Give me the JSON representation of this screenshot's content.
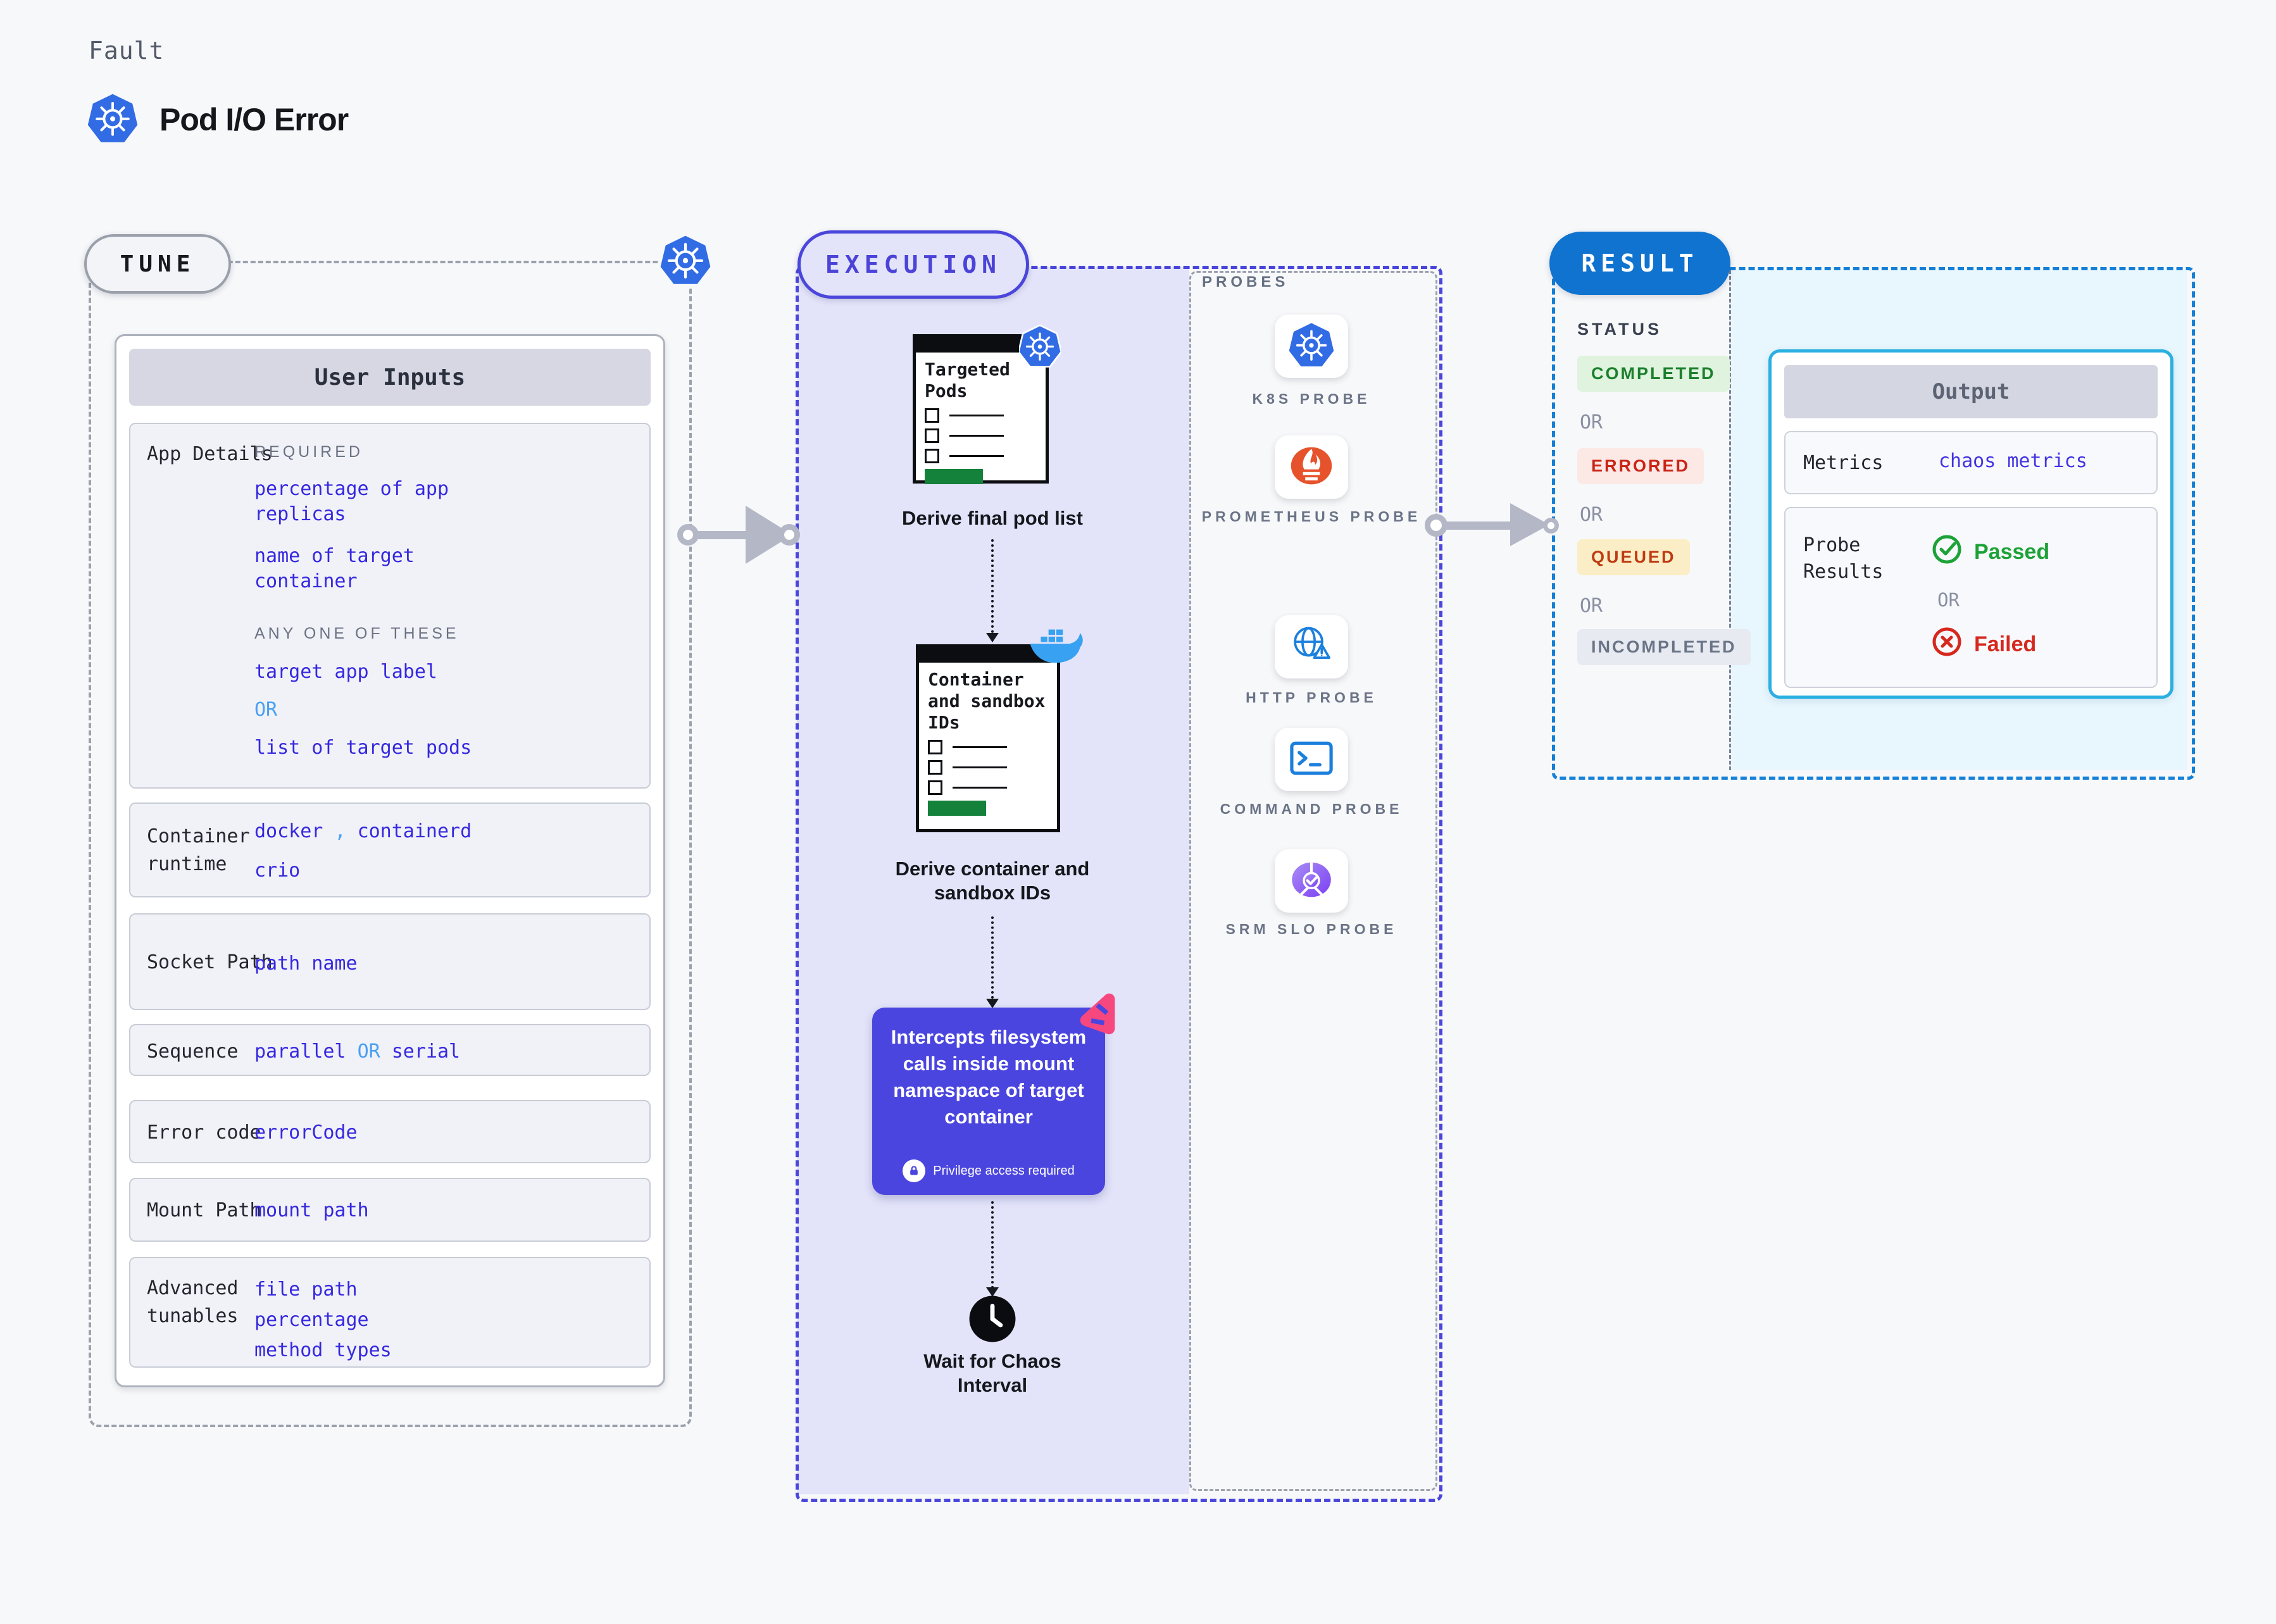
{
  "header": {
    "kicker": "Fault",
    "title": "Pod I/O Error"
  },
  "tune": {
    "pill": "TUNE",
    "panel_title": "User Inputs",
    "app_details": {
      "label": "App Details",
      "required_caption": "REQUIRED",
      "required_values": [
        "percentage of app replicas",
        "name of target container"
      ],
      "any_caption": "ANY ONE OF THESE",
      "option_a": "target app label",
      "or": "OR",
      "option_b": "list of target pods"
    },
    "container_runtime": {
      "label": "Container runtime",
      "value_a": "docker",
      "separator": ",",
      "value_b": "containerd",
      "value_c": "crio"
    },
    "socket_path": {
      "label": "Socket Path",
      "value": "path name"
    },
    "sequence": {
      "label": "Sequence",
      "value_a": "parallel",
      "or": "OR",
      "value_b": "serial"
    },
    "error_code": {
      "label": "Error code",
      "value": "errorCode"
    },
    "mount_path": {
      "label": "Mount Path",
      "value": "mount path"
    },
    "advanced_tunables": {
      "label": "Advanced tunables",
      "values": [
        "file path",
        "percentage",
        "method types"
      ]
    }
  },
  "execution": {
    "pill": "EXECUTION",
    "step1": {
      "doc_title": "Targeted Pods",
      "caption": "Derive final pod list"
    },
    "step2": {
      "doc_title": "Container and sandbox IDs",
      "caption": "Derive container and sandbox IDs"
    },
    "step3": {
      "text": "Intercepts filesystem calls inside mount namespace of target container",
      "note": "Privilege access required"
    },
    "step4": {
      "caption": "Wait for Chaos Interval"
    }
  },
  "probes": {
    "label": "PROBES",
    "items": [
      {
        "name": "K8S PROBE",
        "icon": "kubernetes-icon"
      },
      {
        "name": "PROMETHEUS PROBE",
        "icon": "prometheus-icon"
      },
      {
        "name": "HTTP PROBE",
        "icon": "globe-warning-icon"
      },
      {
        "name": "COMMAND PROBE",
        "icon": "terminal-icon"
      },
      {
        "name": "SRM SLO PROBE",
        "icon": "slo-gauge-icon"
      }
    ]
  },
  "result": {
    "pill": "RESULT",
    "status_label": "STATUS",
    "or": "OR",
    "statuses": [
      {
        "text": "COMPLETED",
        "style": "green"
      },
      {
        "text": "ERRORED",
        "style": "red"
      },
      {
        "text": "QUEUED",
        "style": "yellow"
      },
      {
        "text": "INCOMPLETED",
        "style": "gray"
      }
    ],
    "output": {
      "title": "Output",
      "metrics_label": "Metrics",
      "metrics_value": "chaos metrics",
      "probe_results_label": "Probe Results",
      "passed": "Passed",
      "or": "OR",
      "failed": "Failed"
    }
  },
  "colors": {
    "kubernetes_blue": "#326ce5",
    "docker_blue": "#38a1f1",
    "prometheus_orange": "#e6522c",
    "indigo_accent": "#4a46dc",
    "lavender_bg": "#e3e4fa",
    "intercept_purple": "#4b45df",
    "result_blue": "#1173d0",
    "result_cyan_bg": "#e8f6fd",
    "output_border": "#2aafe1",
    "value_blue": "#3628e0",
    "sky_blue": "#4aa0f2",
    "passed_green": "#1da238",
    "failed_red": "#d6281e",
    "green_bar": "#15823c",
    "litmus_pink": "#f6487f"
  }
}
